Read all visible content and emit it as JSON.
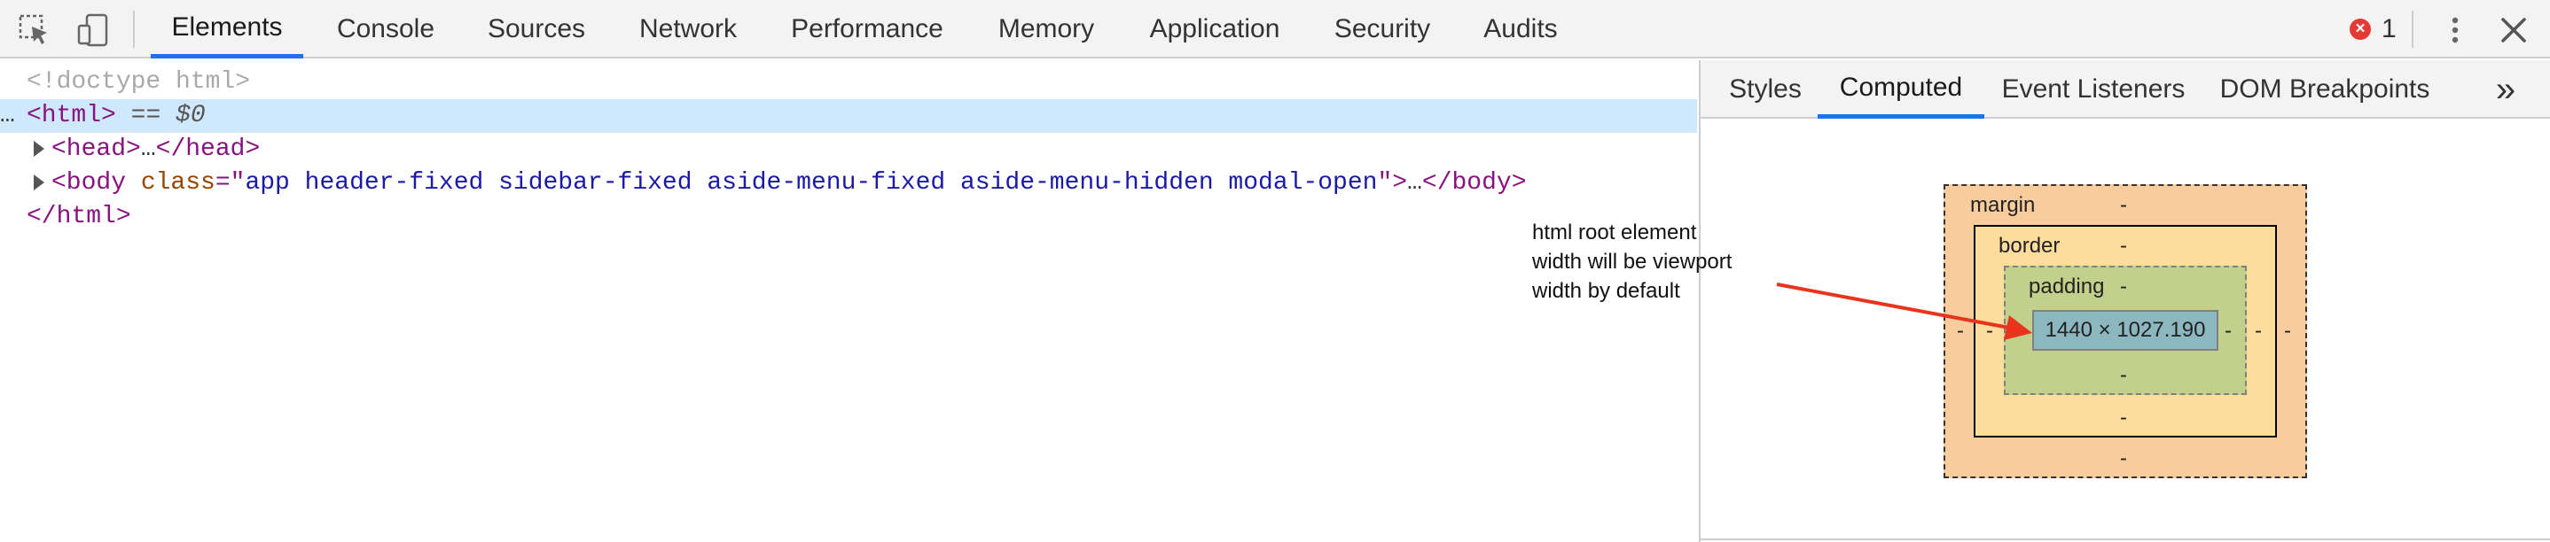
{
  "toolbar": {
    "tabs": [
      {
        "label": "Elements",
        "active": true
      },
      {
        "label": "Console",
        "active": false
      },
      {
        "label": "Sources",
        "active": false
      },
      {
        "label": "Network",
        "active": false
      },
      {
        "label": "Performance",
        "active": false
      },
      {
        "label": "Memory",
        "active": false
      },
      {
        "label": "Application",
        "active": false
      },
      {
        "label": "Security",
        "active": false
      },
      {
        "label": "Audits",
        "active": false
      }
    ],
    "error_icon": "×",
    "error_count": "1",
    "accent": "#1a73e8",
    "error_color": "#e53935"
  },
  "dom": {
    "doctype": "<!doctype html>",
    "html_open_prefix": "…",
    "html_open": "<html>",
    "selected_marker": "== $0",
    "head_open": "<head>",
    "head_ellipsis": "…",
    "head_close": "</head>",
    "body_open": "<body",
    "body_attr_name": "class",
    "body_attr_eq": "=\"",
    "body_attr_value": "app header-fixed sidebar-fixed aside-menu-fixed aside-menu-hidden modal-open",
    "body_attr_close": "\">",
    "body_ellipsis": "…",
    "body_close": "</body>",
    "html_close": "</html>",
    "selected_bg": "#cfe8fc"
  },
  "sidebar": {
    "tabs": [
      {
        "label": "Styles",
        "active": false
      },
      {
        "label": "Computed",
        "active": true
      },
      {
        "label": "Event Listeners",
        "active": false
      },
      {
        "label": "DOM Breakpoints",
        "active": false
      }
    ],
    "overflow_icon": "»"
  },
  "box_model": {
    "margin_label": "margin",
    "border_label": "border",
    "padding_label": "padding",
    "content_size": "1440 × 1027.190",
    "dash": "-",
    "colors": {
      "margin": "#f9cc9d",
      "border": "#fddd9b",
      "padding": "#c3d08b",
      "content": "#8cb6c0"
    }
  },
  "annotation": {
    "lines": [
      "html root element",
      "width will be viewport",
      "width by default"
    ],
    "arrow_color": "#e8341c"
  }
}
